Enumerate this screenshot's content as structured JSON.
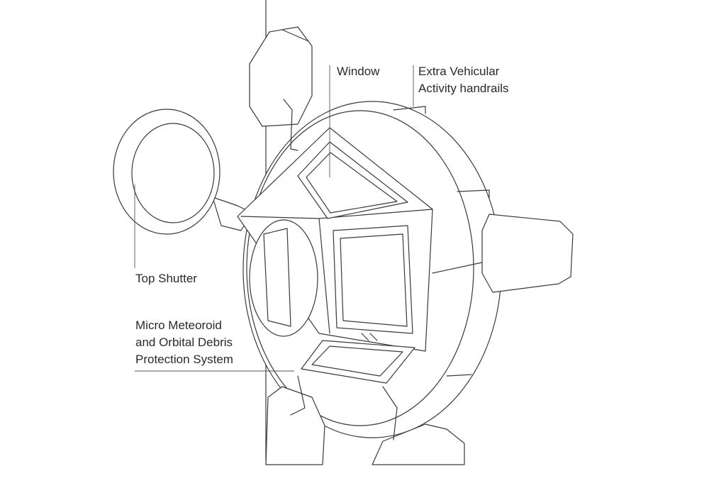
{
  "labels": {
    "window": "Window",
    "handrails_line1": "Extra Vehicular",
    "handrails_line2": "Activity handrails",
    "top_shutter": "Top Shutter",
    "mmod_line1": "Micro Meteoroid",
    "mmod_line2": "and Orbital Debris",
    "mmod_line3": "Protection System"
  },
  "colors": {
    "line": "#3a3a3a",
    "background": "#ffffff",
    "text": "#2a2a2a"
  }
}
